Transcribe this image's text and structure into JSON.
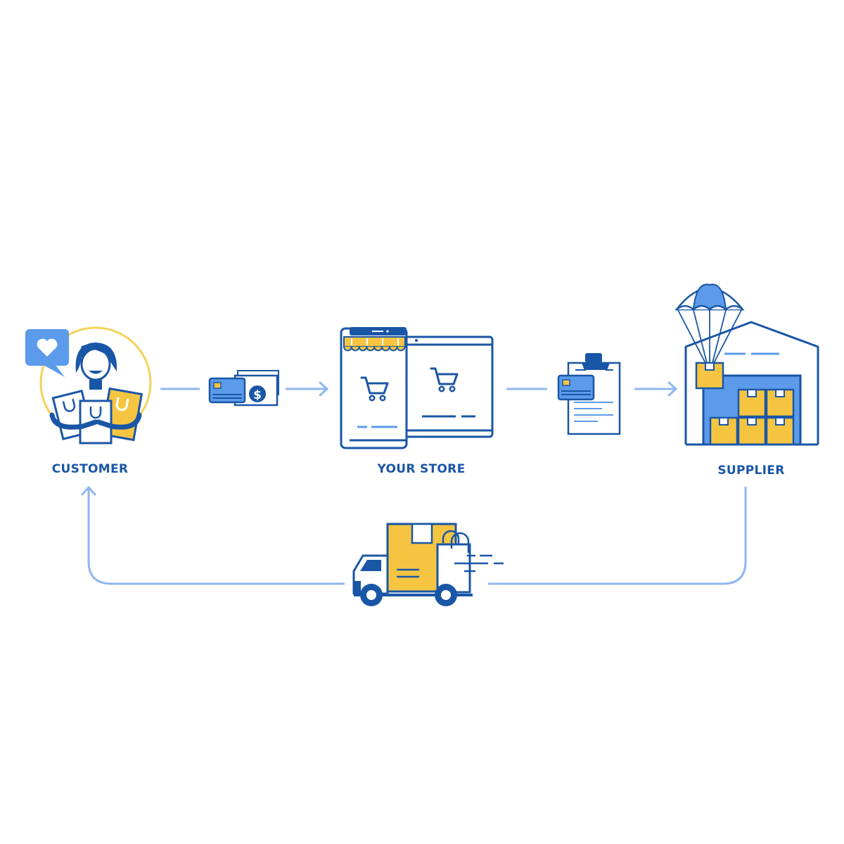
{
  "nodes": {
    "customer": {
      "label": "CUSTOMER"
    },
    "store": {
      "label": "YOUR STORE"
    },
    "supplier": {
      "label": "SUPPLIER"
    }
  },
  "icons": {
    "customer": "customer-with-shopping-bags-icon",
    "payment": "card-and-cash-payment-icon",
    "store": "phone-and-tablet-storefront-icon",
    "order": "clipboard-order-icon",
    "supplier": "warehouse-with-parachute-icon",
    "delivery": "delivery-truck-icon"
  },
  "colors": {
    "dark_blue": "#1a56a6",
    "light_blue": "#5b9bea",
    "pale_blue": "#8fb7f0",
    "yellow": "#f5c542",
    "ring_yellow": "#f5d15a"
  }
}
